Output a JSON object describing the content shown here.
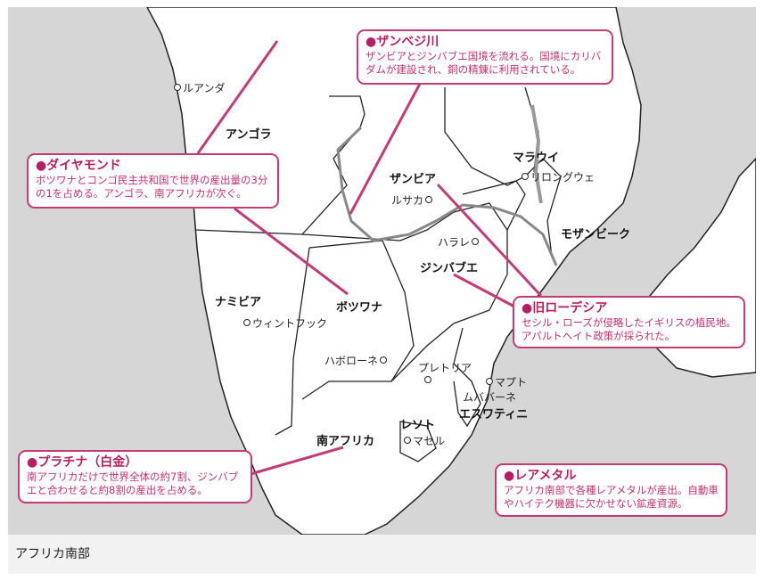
{
  "caption": "アフリカ南部",
  "colors": {
    "accent": "#c23a78",
    "sea": "#d6d6d6",
    "land": "#ffffff"
  },
  "countries": {
    "angola": "アンゴラ",
    "zambia": "ザンビア",
    "malawi": "マラウイ",
    "mozambique": "モザンビーク",
    "namibia": "ナミビア",
    "botswana": "ボツワナ",
    "zimbabwe": "ジンバブエ",
    "south_africa": "南アフリカ",
    "lesotho": "レソト",
    "eswatini": "エスワティニ"
  },
  "cities": {
    "luanda": "ルアンダ",
    "lusaka": "ルサカ",
    "lilongwe": "リロングウェ",
    "harare": "ハラレ",
    "windhoek": "ウィントフック",
    "gaborone": "ハボローネ",
    "pretoria": "プレトリア",
    "maputo": "マプト",
    "mbabane": "ムババーネ",
    "maseru": "マセル"
  },
  "callouts": {
    "zambezi": {
      "title": "●ザンベジ川",
      "body": "ザンビアとジンバブエ国境を流れる。国境にカリバダムが建設され、銅の精錬に利用されている。"
    },
    "diamond": {
      "title": "●ダイヤモンド",
      "body": "ボツワナとコンゴ民主共和国で世界の産出量の3分の1を占める。アンゴラ、南アフリカが次ぐ。"
    },
    "rhodesia": {
      "title": "●旧ローデシア",
      "body": "セシル・ローズが侵略したイギリスの植民地。アパルトヘイト政策が採られた。"
    },
    "platinum": {
      "title": "●プラチナ（白金）",
      "body": "南アフリカだけで世界全体の約7割、ジンバブエと合わせると約8割の産出を占める。"
    },
    "rare_metal": {
      "title": "●レアメタル",
      "body": "アフリカ南部で各種レアメタルが産出。自動車やハイテク機器に欠かせない鉱産資源。"
    }
  }
}
